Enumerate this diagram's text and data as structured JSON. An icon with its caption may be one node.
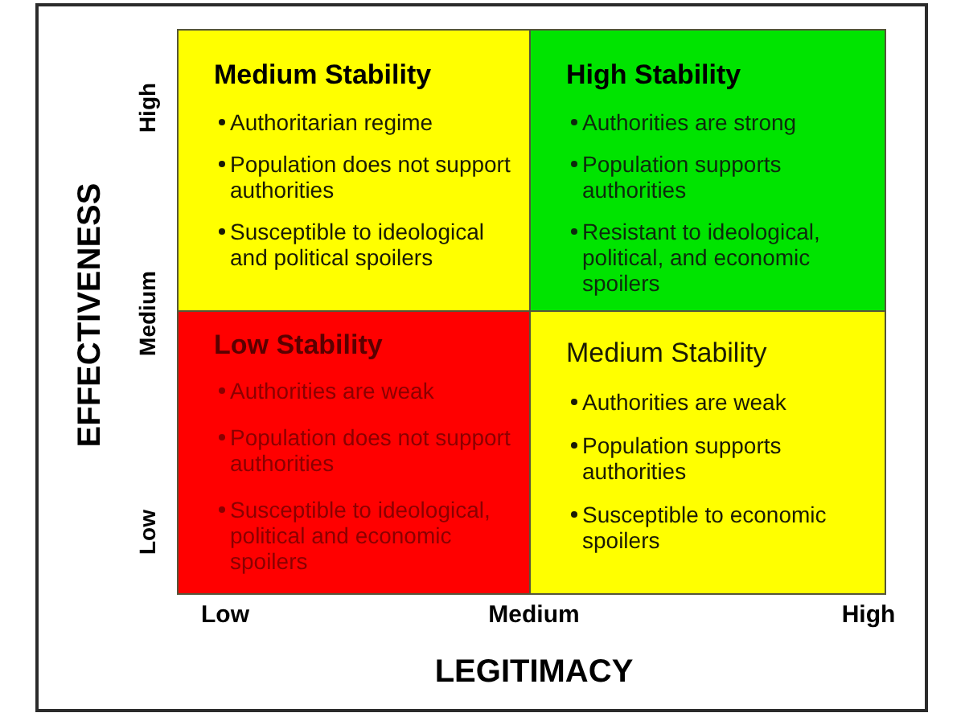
{
  "diagram": {
    "nodes": [
      {
        "text": [
          "Medium Stability",
          "Authoritarian regime",
          "Population does not support authorities",
          "Susceptible to ideological and political spoilers"
        ]
      },
      {
        "text": [
          "High Stability",
          "Authorities are strong",
          "Population supports authorities",
          "Resistant to ideological, political, and economic spoilers"
        ]
      },
      {
        "text": [
          "Low Stability",
          "Authorities are weak",
          "Population does not support authorities",
          "Susceptible to ideological, political and economic spoilers"
        ]
      },
      {
        "text": [
          "Medium Stability",
          "Authorities are weak",
          "Population supports authorities",
          "Susceptible to economic spoilers"
        ]
      }
    ],
    "labels": [
      "EFFECTIVENESS",
      "High",
      "Medium",
      "Low",
      "Low",
      "Medium",
      "High",
      "LEGITIMACY"
    ]
  }
}
